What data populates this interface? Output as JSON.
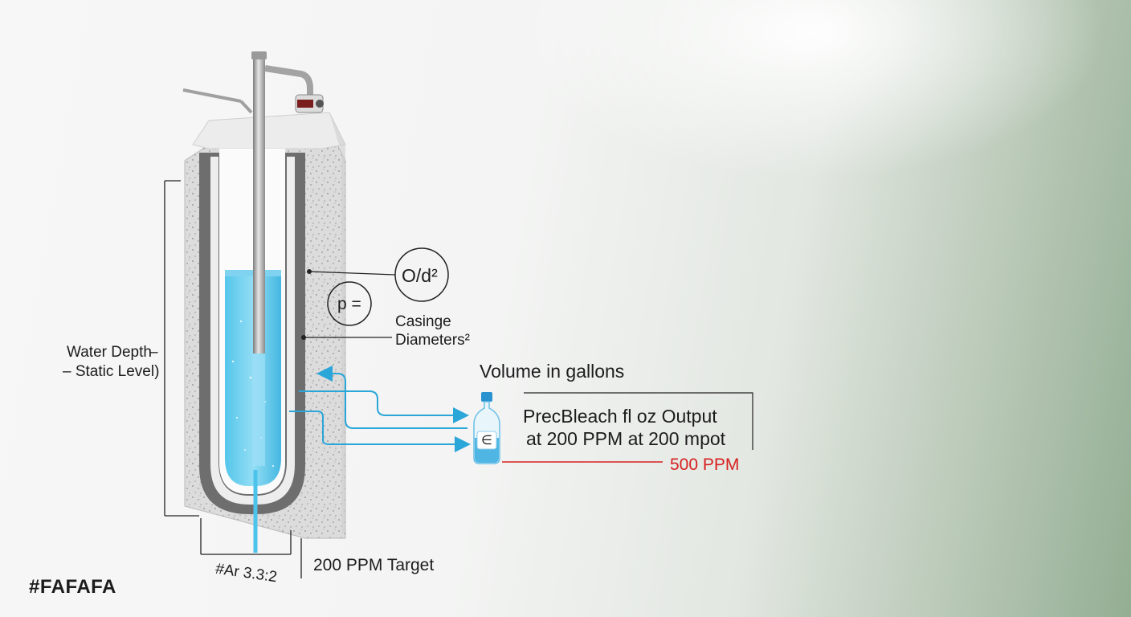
{
  "labels": {
    "water_depth_line1": "Water Depth",
    "water_depth_line2": "– Static Level)",
    "formula_circle_1": "O/d²",
    "formula_circle_2": "p =",
    "casing_line1": "Casinge",
    "casing_line2": "Diameters²",
    "volume": "Volume in gallons",
    "output_line1": "PrecBleach fl oz Output",
    "output_line2": "at 200 PPM at 200 mpot",
    "red_ppm": "500 PPM",
    "target": "200 PPM Target",
    "ratio": "#Ar 3.3:2",
    "bottle_symbol": "∈",
    "hex_code": "#FAFAFA"
  },
  "colors": {
    "water": "#2fb4e0",
    "arrow": "#2aa6d8",
    "red_line": "#d62020",
    "concrete": "#d9d9d9",
    "background": "#FAFAFA"
  }
}
